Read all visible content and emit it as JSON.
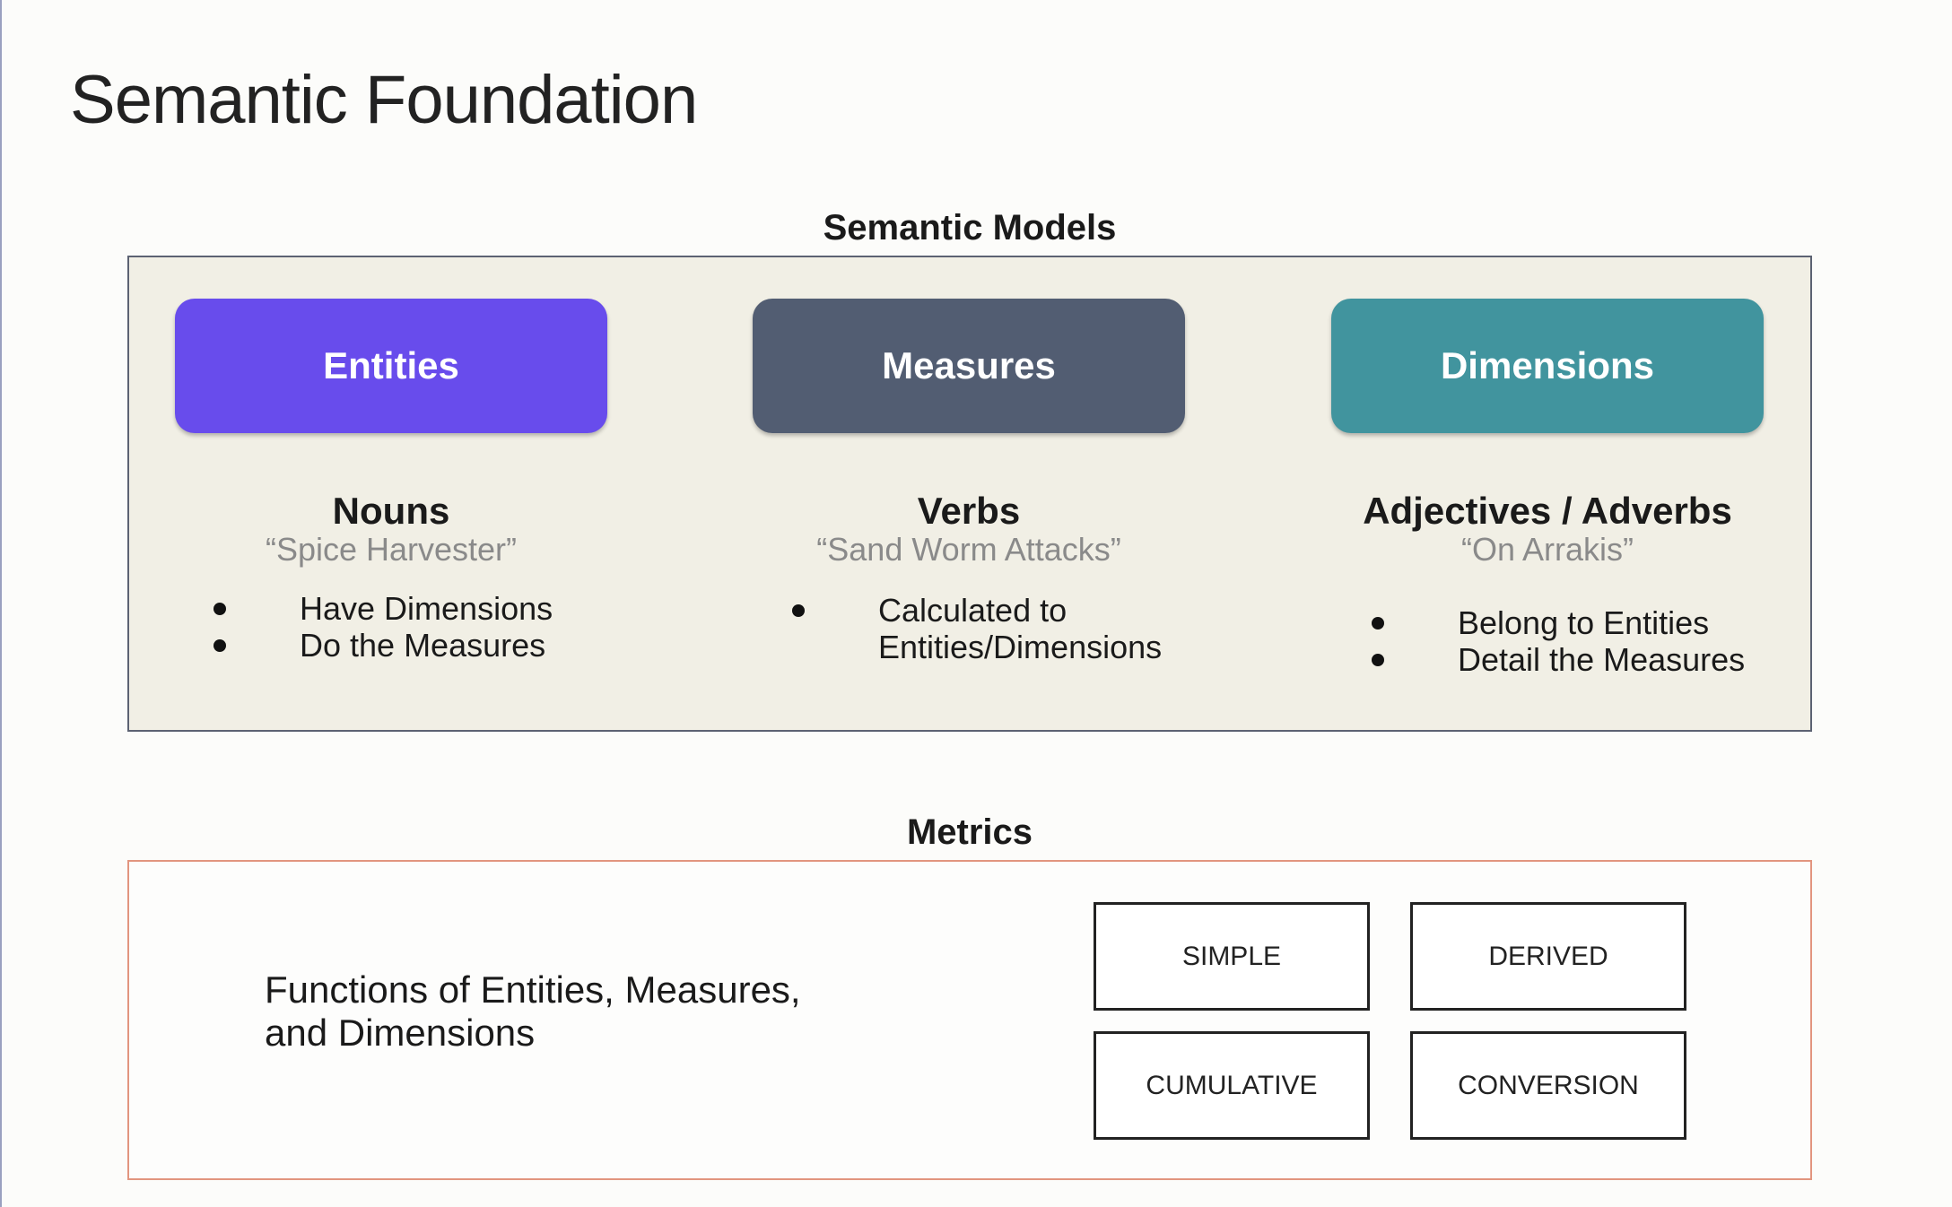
{
  "title": "Semantic Foundation",
  "semantic_models": {
    "label": "Semantic Models",
    "columns": [
      {
        "pill": "Entities",
        "color": "#684cec",
        "heading": "Nouns",
        "example": "“Spice Harvester”",
        "bullets": [
          "Have Dimensions",
          "Do the Measures"
        ]
      },
      {
        "pill": "Measures",
        "color": "#525d72",
        "heading": "Verbs",
        "example": "“Sand Worm Attacks”",
        "bullets": [
          "Calculated to",
          "Entities/Dimensions"
        ]
      },
      {
        "pill": "Dimensions",
        "color": "#41949e",
        "heading": "Adjectives / Adverbs",
        "example": "“On Arrakis”",
        "bullets": [
          "Belong to Entities",
          "Detail the Measures"
        ]
      }
    ]
  },
  "metrics": {
    "label": "Metrics",
    "description_line1": "Functions of Entities, Measures,",
    "description_line2": "and Dimensions",
    "types": [
      "SIMPLE",
      "DERIVED",
      "CUMULATIVE",
      "CONVERSION"
    ]
  }
}
